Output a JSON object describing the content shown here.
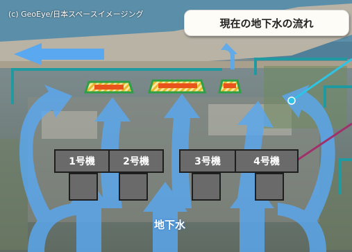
{
  "credit": "(c) GeoEye/日本スペースイメージング",
  "title": "現在の地下水の流れ",
  "reactor_units": [
    {
      "label": "1号機"
    },
    {
      "label": "2号機"
    },
    {
      "label": "3号機"
    },
    {
      "label": "4号機"
    }
  ],
  "groundwater_label": "地下水",
  "colors": {
    "flow_arrow": "#5aa8f0",
    "coastline_barrier": "#1f9aa0",
    "intake_orange": "#e8541c",
    "intake_hatch": "#f0c020",
    "intake_border": "#2da046",
    "reactor_building": "#6a6a6a",
    "callout_cyan": "#2ec4e6",
    "callout_magenta": "#a0306a"
  }
}
